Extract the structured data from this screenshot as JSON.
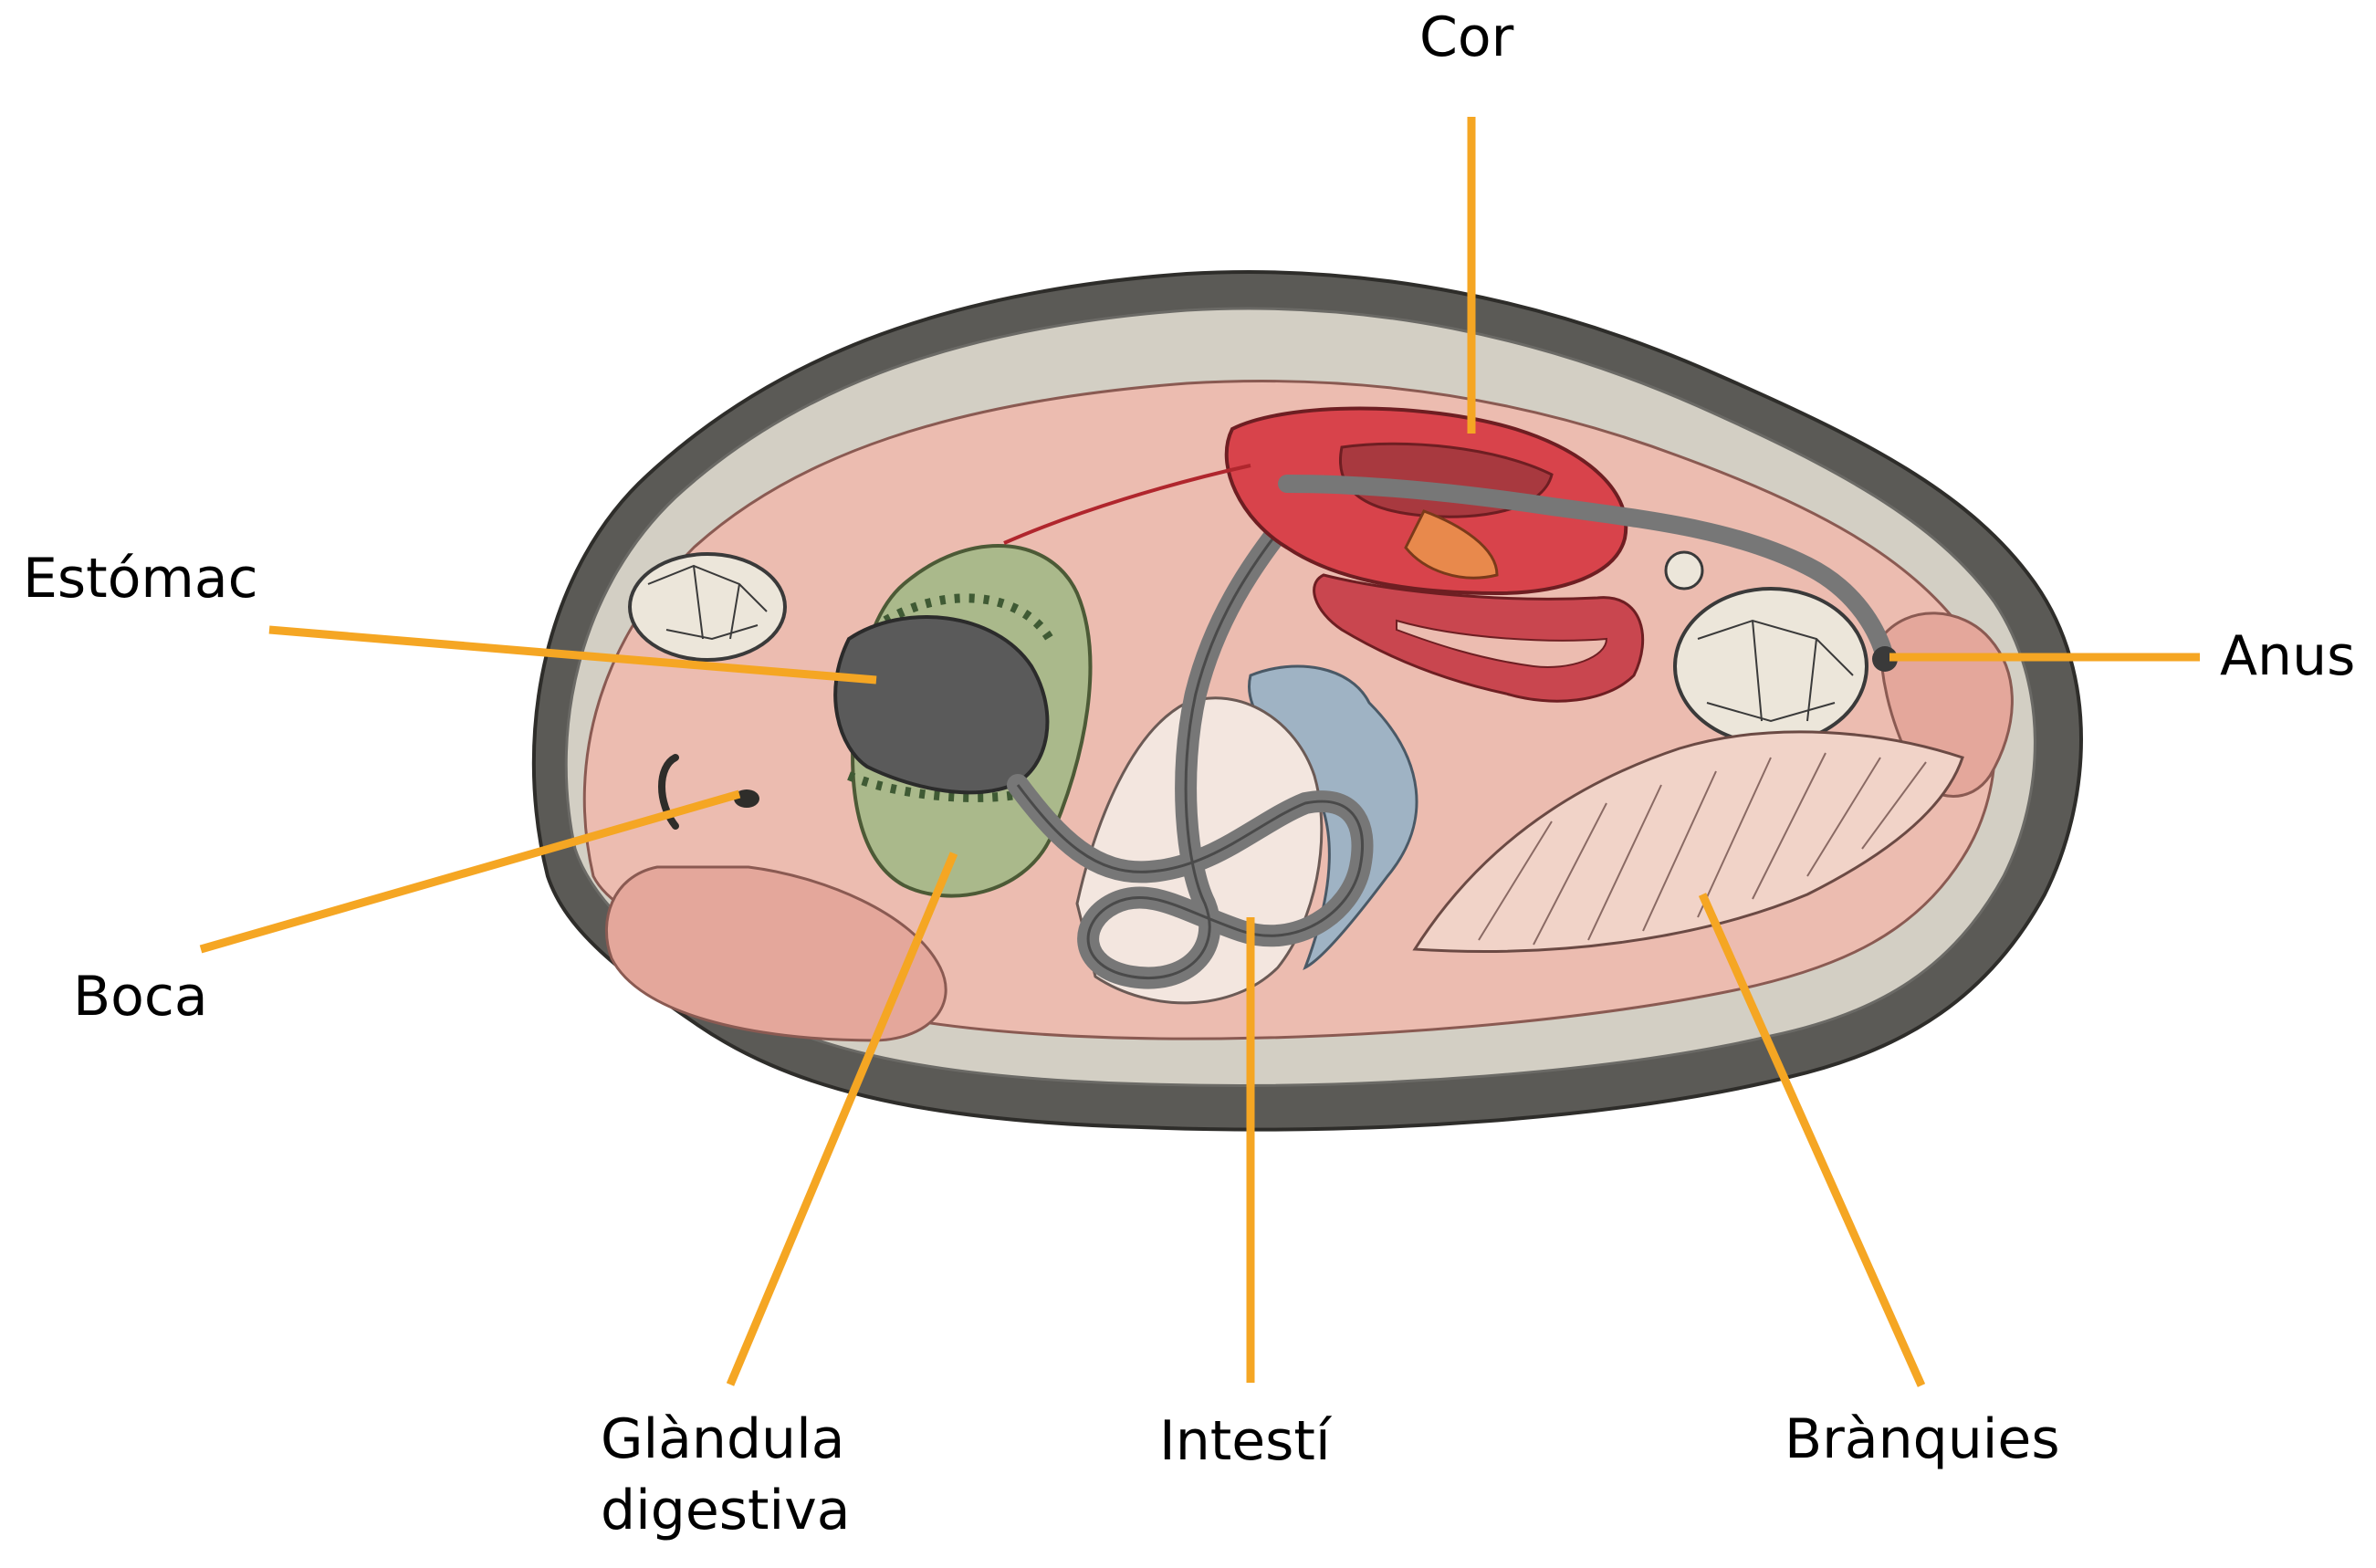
{
  "colors": {
    "leader_line": "#f5a623",
    "label_text": "#000000",
    "shell_outer": "#5b5a56",
    "shell_inner": "#d3cfc4",
    "body_flesh": "#ecbcb0",
    "foot": "#e4a79b",
    "heart": "#d8434b",
    "stomach": "#5a5a5a",
    "digestive_gland": "#aab98b",
    "intestine": "#777777",
    "gills": "#f1d3c8",
    "kidney": "#9fb3c4"
  },
  "labels": {
    "cor": "Cor",
    "estomac": "Estómac",
    "anus": "Anus",
    "boca": "Boca",
    "glandula_line1": "Glàndula",
    "glandula_line2": "digestiva",
    "intesti": "Intestí",
    "branquies": "Brànquies"
  }
}
